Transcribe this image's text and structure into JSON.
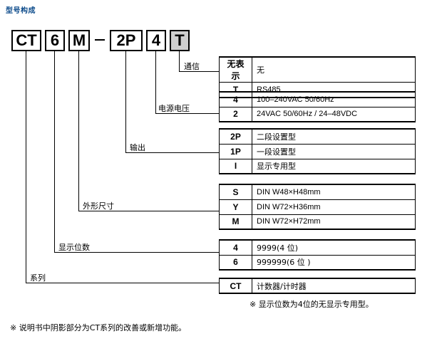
{
  "title": "型号构成",
  "code_parts": [
    {
      "text": "CT",
      "shaded": false
    },
    {
      "text": "6",
      "shaded": false
    },
    {
      "text": "M",
      "shaded": false
    },
    {
      "text": "2P",
      "shaded": false
    },
    {
      "text": "4",
      "shaded": false
    },
    {
      "text": "T",
      "shaded": true
    }
  ],
  "groups": {
    "comm": {
      "label": "通信",
      "rows": [
        {
          "code": "无表示",
          "desc": "无"
        },
        {
          "code": "T",
          "desc": "RS485"
        }
      ]
    },
    "power": {
      "label": "电源电压",
      "rows": [
        {
          "code": "4",
          "desc": "100–240VAC 50/60Hz"
        },
        {
          "code": "2",
          "desc": "24VAC 50/60Hz / 24–48VDC"
        }
      ]
    },
    "output": {
      "label": "输出",
      "rows": [
        {
          "code": "2P",
          "desc": "二段设置型"
        },
        {
          "code": "1P",
          "desc": "一段设置型"
        },
        {
          "code": "I",
          "desc": "显示专用型"
        }
      ]
    },
    "size": {
      "label": "外形尺寸",
      "rows": [
        {
          "code": "S",
          "desc": "DIN W48×H48mm"
        },
        {
          "code": "Y",
          "desc": "DIN W72×H36mm"
        },
        {
          "code": "M",
          "desc": "DIN W72×H72mm"
        }
      ]
    },
    "digits": {
      "label": "显示位数",
      "rows": [
        {
          "code": "4",
          "desc": "9999(4 位)"
        },
        {
          "code": "6",
          "desc": "999999(6 位 )"
        }
      ]
    },
    "series": {
      "label": "系列",
      "rows": [
        {
          "code": "CT",
          "desc": "计数器/计时器"
        }
      ]
    }
  },
  "note_right": "※ 显示位数为4位的无显示专用型。",
  "footnote": "※ 说明书中阴影部分为CT系列的改善或新增功能。"
}
